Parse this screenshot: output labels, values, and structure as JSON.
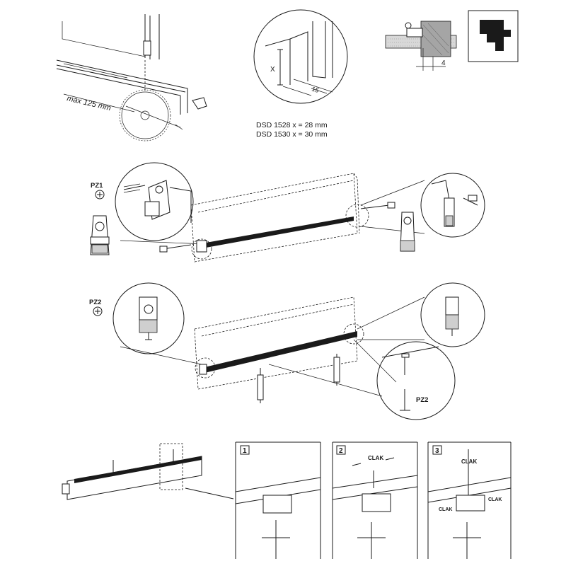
{
  "section1": {
    "saw_label": "max 125 mm",
    "dim_x": "X",
    "dim_15": "15",
    "spec_line1": "DSD 1528  x = 28 mm",
    "spec_line2": "DSD 1530  x = 30 mm",
    "dim_4": "4"
  },
  "section2": {
    "screwdriver_label": "PZ1"
  },
  "section3": {
    "screwdriver_label": "PZ2",
    "detail_label": "PZ2"
  },
  "section4": {
    "steps": [
      {
        "number": "1"
      },
      {
        "number": "2",
        "sound": "CLAK"
      },
      {
        "number": "3",
        "sound_top": "CLAK",
        "sound_left": "CLAK",
        "sound_right": "CLAK"
      }
    ]
  }
}
